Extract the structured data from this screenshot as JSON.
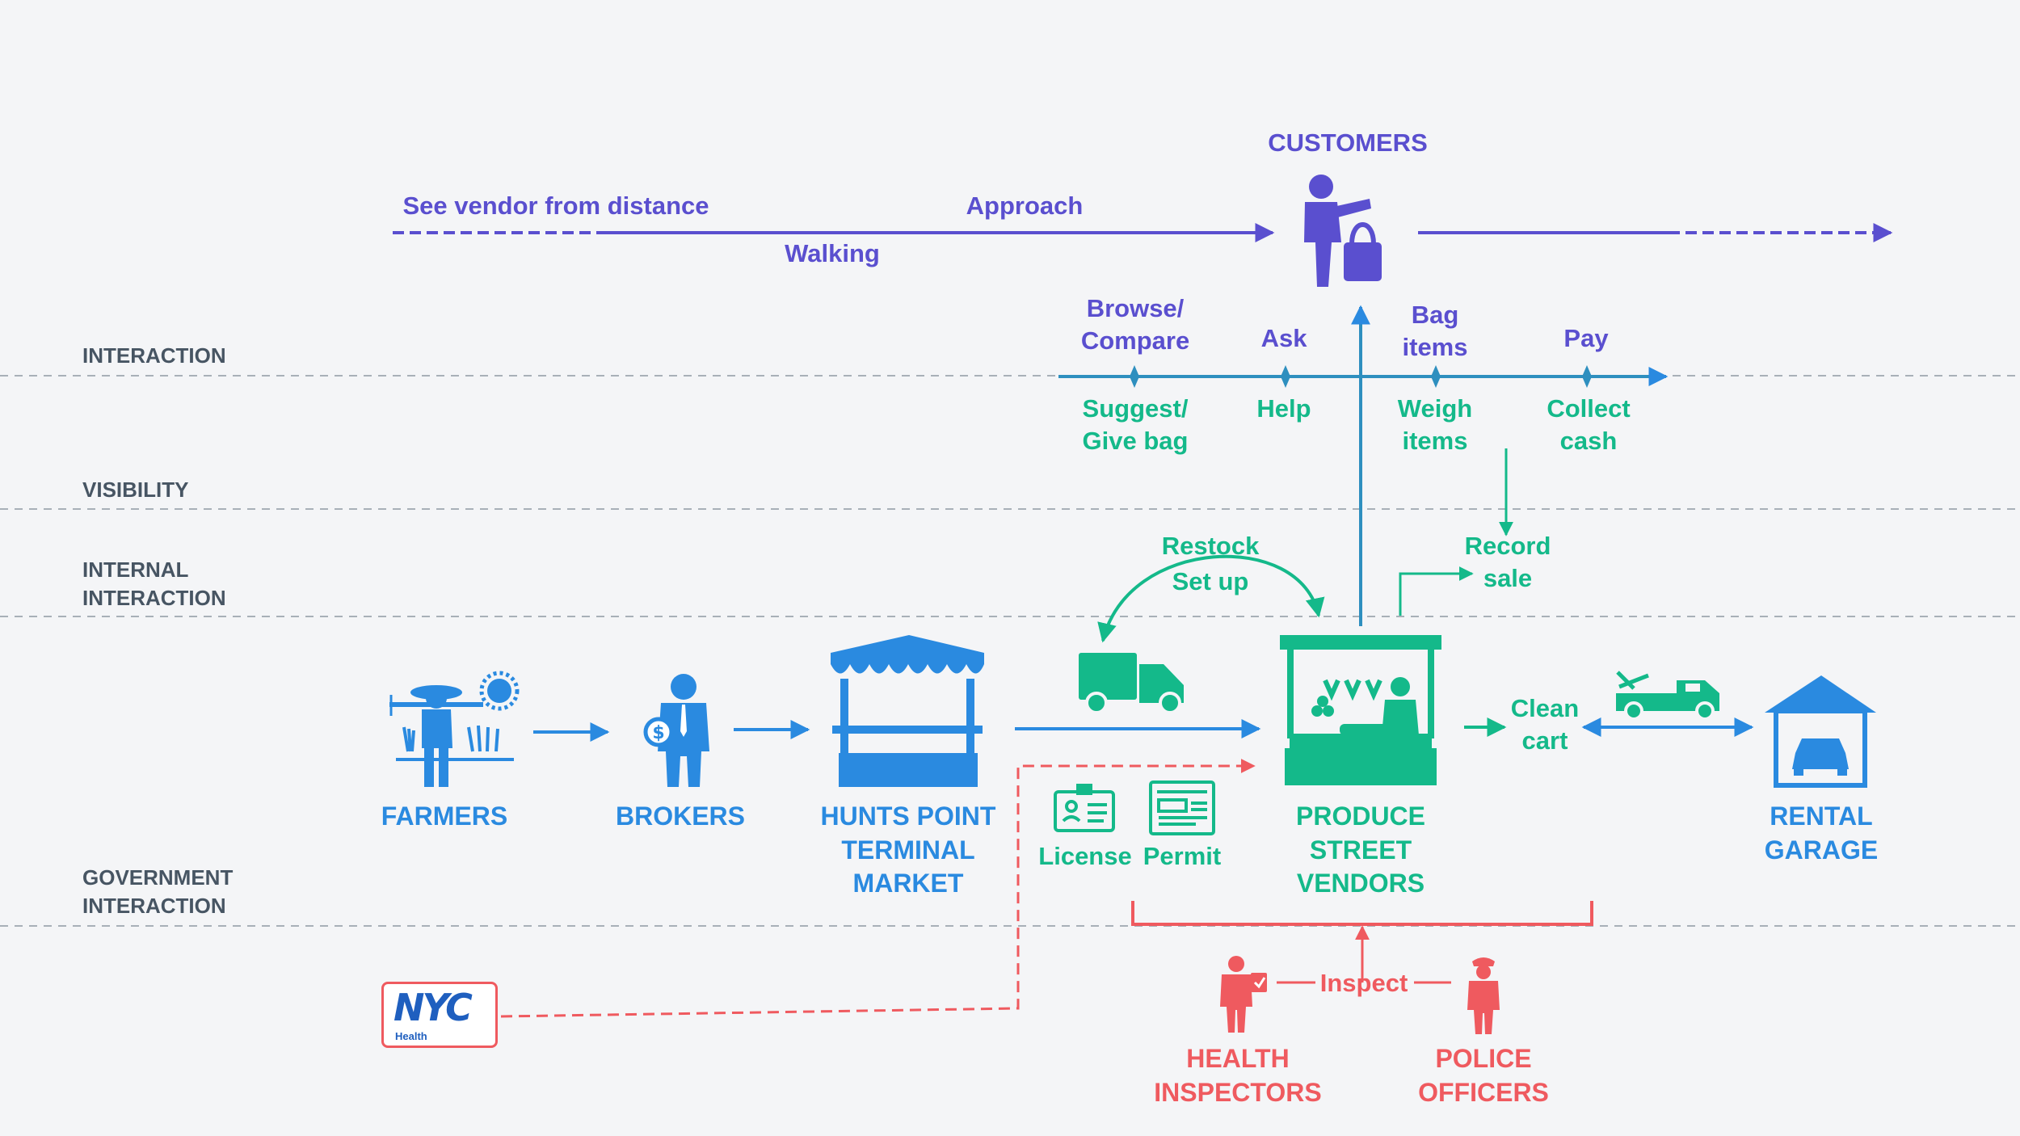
{
  "lanes": {
    "interaction": "INTERACTION",
    "visibility": "VISIBILITY",
    "internal": "INTERNAL\nINTERACTION",
    "government": "GOVERNMENT\nINTERACTION"
  },
  "customer_journey": {
    "customers": "CUSTOMERS",
    "see_vendor": "See vendor from distance",
    "approach": "Approach",
    "walking": "Walking"
  },
  "customer_actions": {
    "browse": "Browse/\nCompare",
    "ask": "Ask",
    "bag": "Bag\nitems",
    "pay": "Pay"
  },
  "vendor_actions": {
    "suggest": "Suggest/\nGive bag",
    "help": "Help",
    "weigh": "Weigh\nitems",
    "collect": "Collect\ncash"
  },
  "internal": {
    "restock": "Restock",
    "setup": "Set up",
    "record": "Record\nsale"
  },
  "supply_chain": {
    "farmers": "FARMERS",
    "brokers": "BROKERS",
    "market": "HUNTS POINT\nTERMINAL\nMARKET",
    "vendors": "PRODUCE\nSTREET\nVENDORS",
    "clean_cart": "Clean\ncart",
    "garage": "RENTAL\nGARAGE"
  },
  "government": {
    "license": "License",
    "permit": "Permit",
    "inspect": "Inspect",
    "health": "HEALTH\nINSPECTORS",
    "police": "POLICE\nOFFICERS",
    "nyc_logo": "NYC",
    "nyc_sub": "Health"
  },
  "icons": {
    "customer": "customer-with-bag-icon",
    "farmer": "farmer-icon",
    "broker": "broker-icon",
    "market": "market-stall-icon",
    "truck": "delivery-truck-icon",
    "cart": "produce-cart-icon",
    "tow": "tow-truck-icon",
    "garage": "garage-icon",
    "license": "license-card-icon",
    "permit": "permit-document-icon",
    "health": "health-inspector-icon",
    "police": "police-officer-icon"
  },
  "colors": {
    "purple": "#5a4fcf",
    "green": "#14b98a",
    "blue": "#2a8ae0",
    "red": "#ef5a5f",
    "lane_line": "#a8b0b8"
  }
}
